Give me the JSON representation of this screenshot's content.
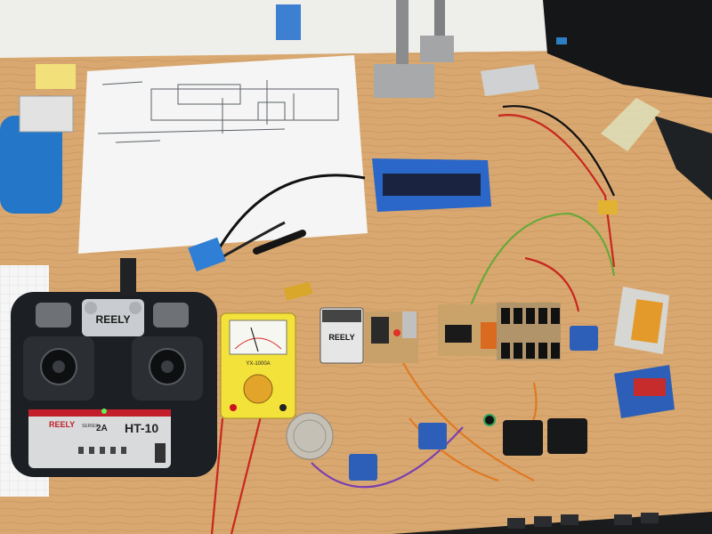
{
  "transmitter": {
    "brand": "REELY",
    "model": "HT-10",
    "channel_text": "2A",
    "series_text": "SERIES",
    "small_brand": "REELY"
  },
  "receiver": {
    "brand": "REELY"
  },
  "multimeter": {
    "model": "YX-1000A"
  },
  "colors": {
    "desk": "#d9a870",
    "wall": "#eeeeea",
    "transmitter_body": "#1c1f24",
    "tx_panel": "#d8dadc",
    "multimeter_body": "#f3e23a",
    "servo_blue": "#2d5fb8",
    "servo_black": "#16181a",
    "wire_red": "#c8261e",
    "wire_green": "#6aa83a",
    "wire_orange": "#e07a22",
    "blue_tape": "#2b66c9"
  }
}
